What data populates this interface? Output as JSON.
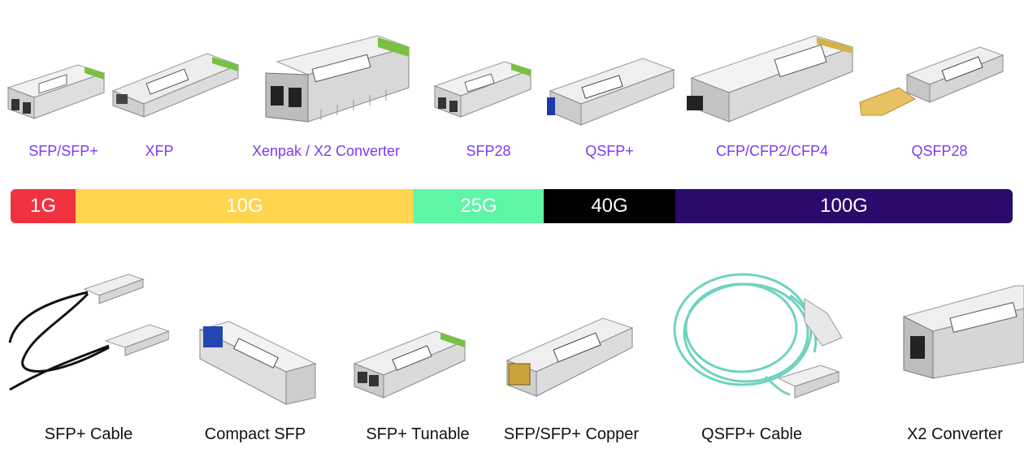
{
  "top_modules": [
    {
      "label": "SFP/SFP+",
      "icon": "sfp-module-icon"
    },
    {
      "label": "XFP",
      "icon": "xfp-module-icon"
    },
    {
      "label": "Xenpak / X2 Converter",
      "icon": "x2-module-icon"
    },
    {
      "label": "SFP28",
      "icon": "sfp28-module-icon"
    },
    {
      "label": "QSFP+",
      "icon": "qsfp-module-icon"
    },
    {
      "label": "CFP/CFP2/CFP4",
      "icon": "cfp-module-icon"
    },
    {
      "label": "QSFP28",
      "icon": "qsfp28-module-icon"
    }
  ],
  "speed_bar": [
    {
      "label": "1G",
      "color": "#ef3340"
    },
    {
      "label": "10G",
      "color": "#ffd54f"
    },
    {
      "label": "25G",
      "color": "#5ff5a6"
    },
    {
      "label": "40G",
      "color": "#000000"
    },
    {
      "label": "100G",
      "color": "#2a0a6b"
    }
  ],
  "bottom_modules": [
    {
      "label": "SFP+ Cable",
      "icon": "sfp-cable-icon"
    },
    {
      "label": "Compact SFP",
      "icon": "compact-sfp-icon"
    },
    {
      "label": "SFP+ Tunable",
      "icon": "sfp-tunable-icon"
    },
    {
      "label": "SFP/SFP+ Copper",
      "icon": "copper-sfp-icon"
    },
    {
      "label": "QSFP+ Cable",
      "icon": "qsfp-cable-icon"
    },
    {
      "label": "X2 Converter",
      "icon": "x2-converter-icon"
    }
  ],
  "colors": {
    "top_label": "#7b3cf0",
    "bottom_label": "#111111",
    "metal_light": "#e8e8e8",
    "metal_dark": "#9a9a9a",
    "cable_aqua": "#6fd3c0"
  }
}
